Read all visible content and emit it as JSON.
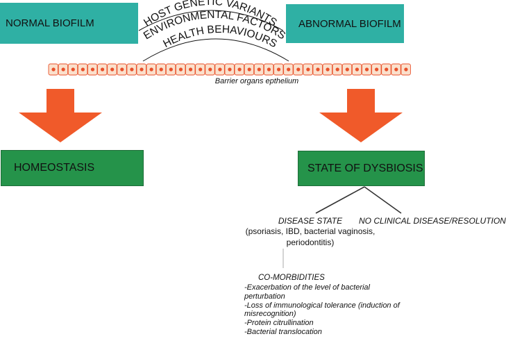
{
  "boxes": {
    "normal_biofilm": "NORMAL BIOFILM",
    "abnormal_biofilm": "ABNORMAL BIOFILM",
    "homeostasis": "HOMEOSTASIS",
    "dysbiosis": "STATE OF DYSBIOSIS"
  },
  "factors": [
    "HOST GENETIC VARIANTS",
    "ENVIRONMENTAL FACTORS",
    "HEALTH BEHAVIOURS"
  ],
  "epithelium_label": "Barrier organs epthelium",
  "outcomes": {
    "disease_state": "DISEASE STATE",
    "disease_examples": "(psoriasis, IBD, bacterial vaginosis, periodontitis)",
    "no_disease": "NO CLINICAL DISEASE/RESOLUTION"
  },
  "comorbidities": {
    "title": "CO-MORBIDITIES",
    "items": [
      "-Exacerbation of the level of bacterial perturbation",
      "-Loss of immunological tolerance (induction of misrecognition)",
      "-Protein citrullination",
      "-Bacterial translocation"
    ]
  },
  "colors": {
    "teal_box": "#2fb0a4",
    "green_box": "#25934a",
    "arrow": "#f05a2a",
    "epithelium_cell": "#fbe0cc",
    "epithelium_nucleus": "#e8502a"
  }
}
